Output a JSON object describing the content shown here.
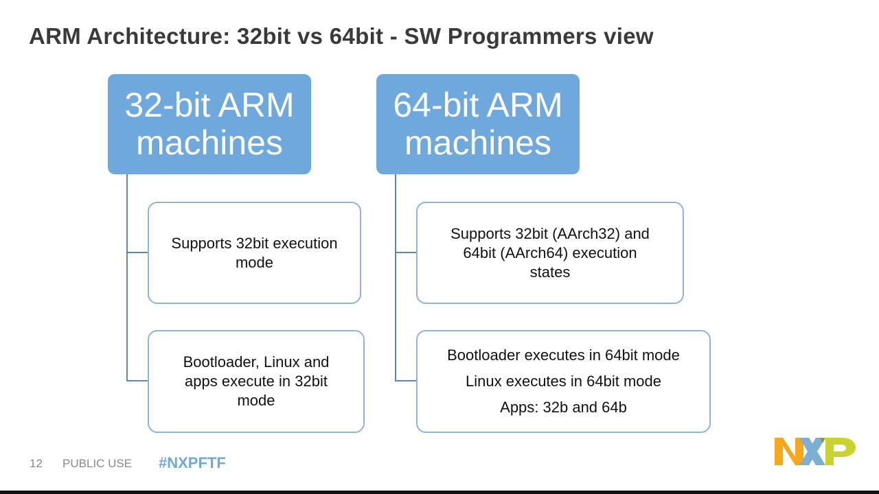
{
  "title": "ARM Architecture: 32bit vs 64bit - SW Programmers view",
  "columns": [
    {
      "header_lines": [
        "32-bit ARM",
        "machines"
      ],
      "items": [
        [
          "Supports 32bit execution",
          "mode"
        ],
        [
          "Bootloader, Linux and",
          "apps execute in 32bit",
          "mode"
        ]
      ]
    },
    {
      "header_lines": [
        "64-bit ARM",
        "machines"
      ],
      "items": [
        [
          "Supports 32bit (AArch32) and",
          "64bit (AArch64) execution",
          "states"
        ],
        [
          "Bootloader executes in 64bit mode",
          "Linux executes in 64bit mode",
          "Apps: 32b and 64b"
        ]
      ]
    }
  ],
  "footer": {
    "page": "12",
    "classification": "PUBLIC USE",
    "hashtag": "#NXPFTF"
  },
  "logo": {
    "text": "NXP"
  },
  "colors": {
    "accent": "#6fa8dc",
    "border": "#8fb3d9"
  }
}
